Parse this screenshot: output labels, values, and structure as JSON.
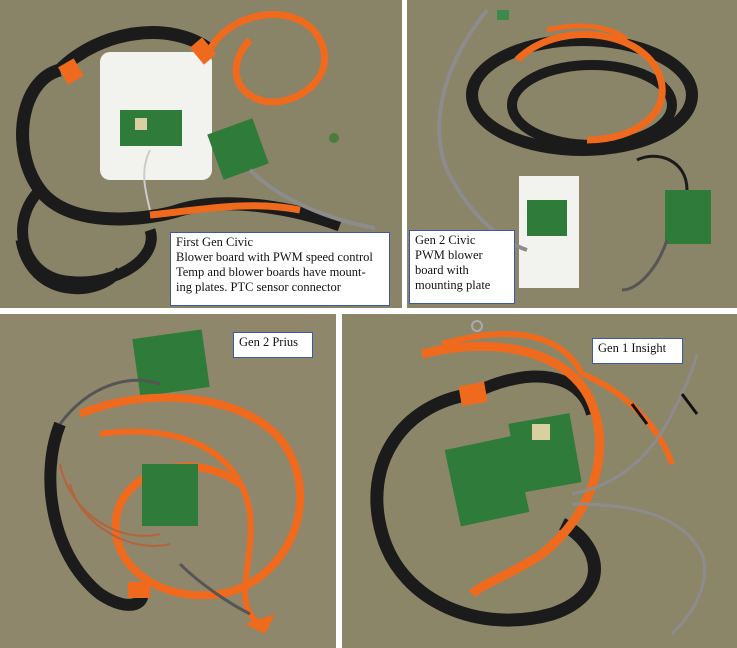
{
  "panels": [
    {
      "name": "first-gen-civic",
      "caption_lines": [
        "First Gen Civic",
        "Blower board with PWM speed control",
        "Temp and  blower boards have mount-",
        "ing plates. PTC sensor  connector"
      ]
    },
    {
      "name": "gen2-civic",
      "caption_lines": [
        "Gen 2 Civic",
        "PWM blower",
        "board with",
        "mounting plate"
      ]
    },
    {
      "name": "gen2-prius",
      "caption_lines": [
        "Gen 2 Prius"
      ]
    },
    {
      "name": "gen1-insight",
      "caption_lines": [
        "Gen 1 Insight"
      ]
    }
  ],
  "colors": {
    "floor": "#8a8468",
    "cable_black": "#1b1b1b",
    "cable_orange": "#f06a1e",
    "wire_gray": "#8c8c8c",
    "pcb_green": "#2f7b3a",
    "plate_white": "#f2f2ee",
    "caption_border": "#3a5aa8"
  }
}
